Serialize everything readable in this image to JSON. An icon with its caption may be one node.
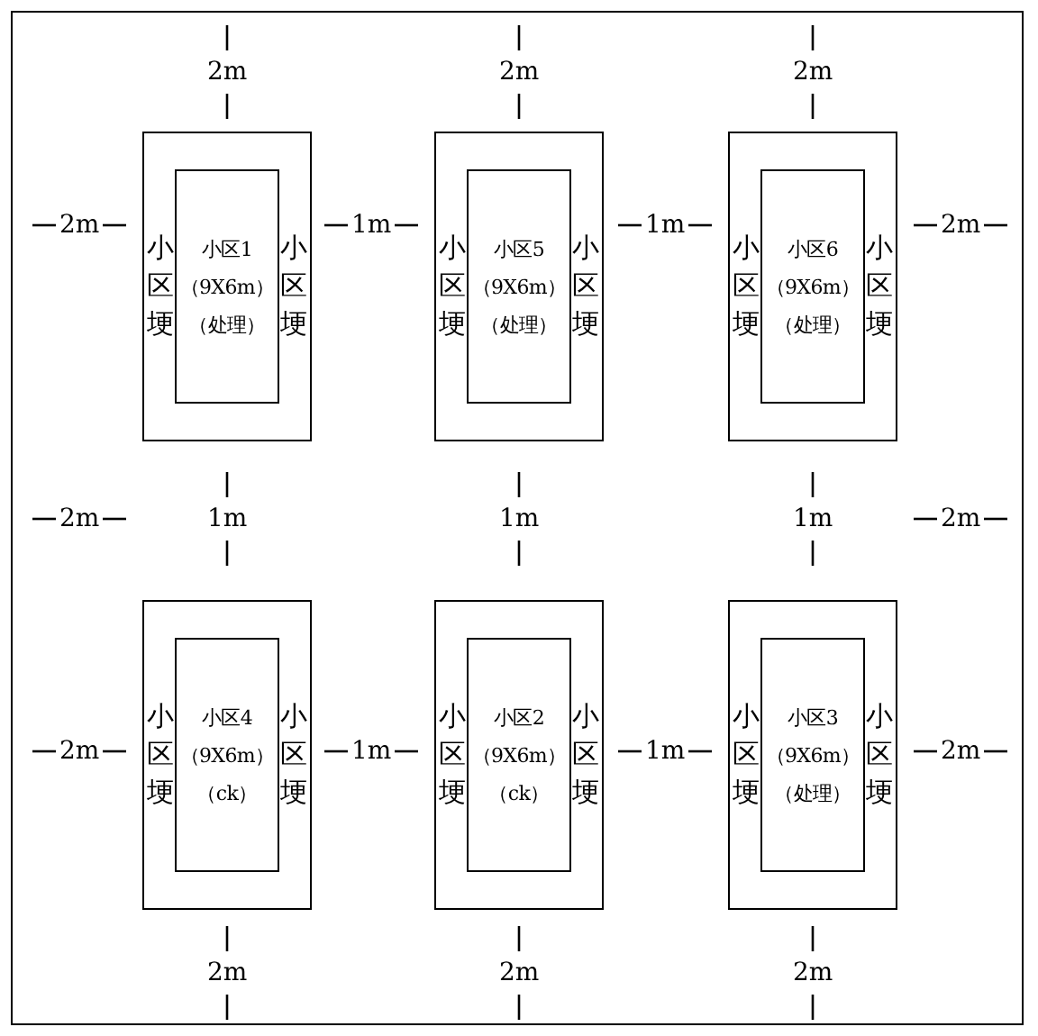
{
  "diagram": {
    "nodes": [
      {
        "text": [
          "小区埂",
          "小区埂"
        ]
      },
      {
        "text": [
          "小区1（9X6m）（处理）"
        ],
        "in": 0
      },
      {
        "text": [
          "小区埂",
          "小区埂"
        ]
      },
      {
        "text": [
          "小区5（9X6m）（处理）"
        ],
        "in": 2
      },
      {
        "text": [
          "小区埂",
          "小区埂"
        ]
      },
      {
        "text": [
          "小区6（9X6m）（处理）"
        ],
        "in": 4
      },
      {
        "text": [
          "小区埂",
          "小区埂"
        ]
      },
      {
        "text": [
          "小区4（9X6m）（ck）"
        ],
        "in": 6
      },
      {
        "text": [
          "小区埂",
          "小区埂"
        ]
      },
      {
        "text": [
          "小区2（9X6m）（ck）"
        ],
        "in": 8
      },
      {
        "text": [
          "小区埂",
          "小区埂"
        ]
      },
      {
        "text": [
          "小区3（9X6m）（处理）"
        ],
        "in": 10
      }
    ],
    "edges": [],
    "labels": [
      "2m",
      "2m",
      "2m",
      "2m",
      "1m",
      "1m",
      "2m",
      "2m",
      "1m",
      "1m",
      "1m",
      "2m",
      "2m",
      "1m",
      "1m",
      "2m",
      "2m",
      "2m",
      "2m"
    ]
  }
}
